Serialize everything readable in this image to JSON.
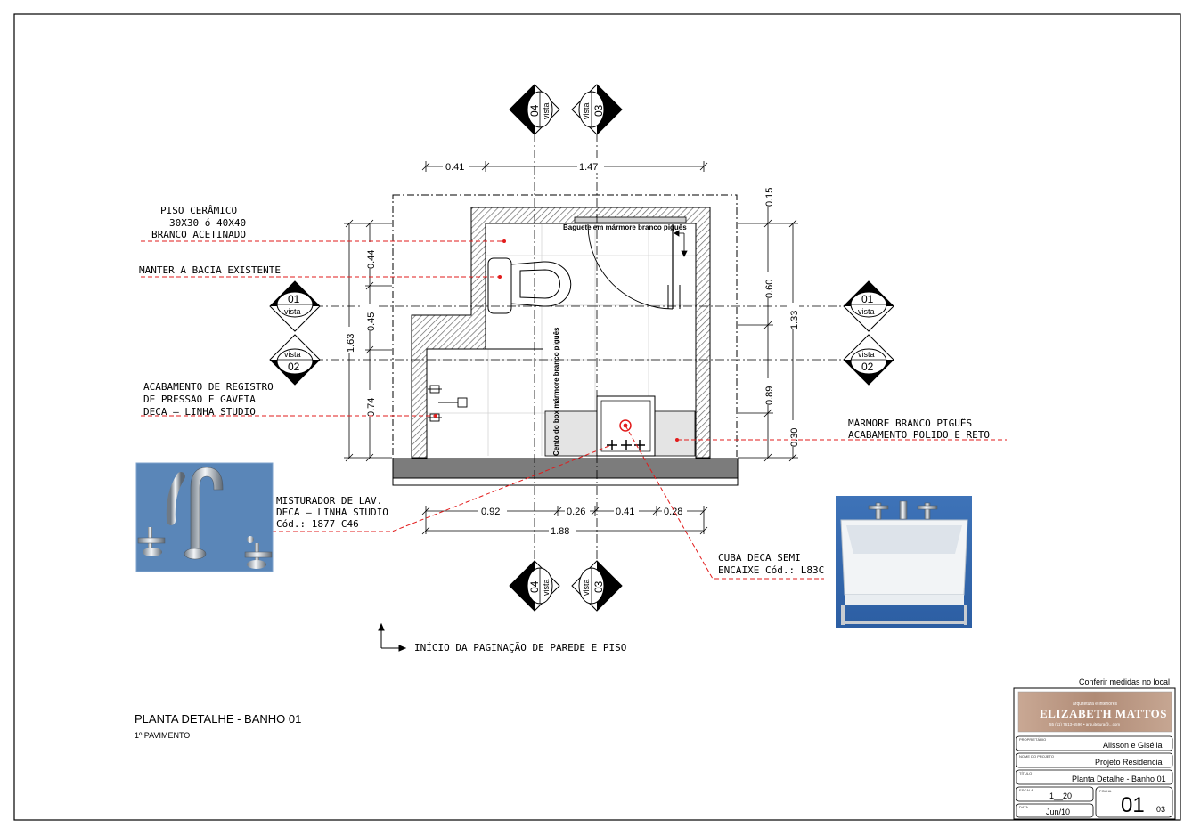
{
  "plan": {
    "title": "PLANTA DETALHE - BANHO 01",
    "subtitle": "1º PAVIMENTO",
    "view_markers": [
      {
        "num": "04",
        "word": "vista"
      },
      {
        "num": "03",
        "word": "vista"
      },
      {
        "num": "01",
        "word": "vista"
      },
      {
        "num": "02",
        "word": "vista"
      }
    ],
    "dimensions": {
      "top": [
        "0.41",
        "1.47"
      ],
      "left_total": "1.63",
      "left_parts": [
        "0.44",
        "0.45",
        "0.74"
      ],
      "right_parts": [
        "0.15",
        "0.60",
        "0.89",
        "0.30"
      ],
      "right_total": "1.33",
      "bottom_parts": [
        "0.92",
        "0.26",
        "0.41",
        "0.28"
      ],
      "bottom_total": "1.88"
    },
    "annotations": {
      "piso": [
        "PISO CERÂMICO",
        "30X30 ó 40X40",
        "BRANCO ACETINADO"
      ],
      "bacia": "MANTER A BACIA EXISTENTE",
      "registro": [
        "ACABAMENTO DE REGISTRO",
        "DE PRESSÃO E GAVETA",
        "DECA – LINHA STUDIO"
      ],
      "marmore": [
        "MÁRMORE BRANCO PIGUÊS",
        "ACABAMENTO POLIDO E RETO"
      ],
      "misturador": [
        "MISTURADOR DE LAV.",
        "DECA – LINHA STUDIO",
        "Cód.: 1877 C46"
      ],
      "cuba": [
        "CUBA DECA SEMI",
        "ENCAIXE Cód.: L83C"
      ],
      "baguete": "Baguete em mármore branco piguês",
      "box_vertical": "Cento do box mármore branco piguês",
      "paginacao": "INÍCIO DA PAGINAÇÃO DE PAREDE E PISO"
    }
  },
  "title_block": {
    "note": "Conferir medidas no local",
    "logo_tagline": "arquitetura e interiores",
    "logo_name": "ELIZABETH MATTOS",
    "logo_contact": "55 (11) 7613-6596 • arquitetura@...com",
    "proprietario_label": "PROPRIETÁRIO",
    "proprietario": "Alisson e Gisélia",
    "projeto_label": "NOME DO PROJETO",
    "projeto": "Projeto Residencial",
    "titulo_label": "TÍTULO",
    "titulo": "Planta Detalhe - Banho 01",
    "escala_label": "ESCALA",
    "escala": "1__20",
    "data_label": "DATA",
    "data": "Jun/10",
    "folha_label": "FOLHA",
    "folha": "01",
    "folha_total": "03"
  },
  "colors": {
    "leader": "#e21b1b",
    "wall_hatch": "#7a7a7a",
    "counter": "#808080",
    "photo_bg": "#5a86b8",
    "logo_bg": "#b89682"
  }
}
